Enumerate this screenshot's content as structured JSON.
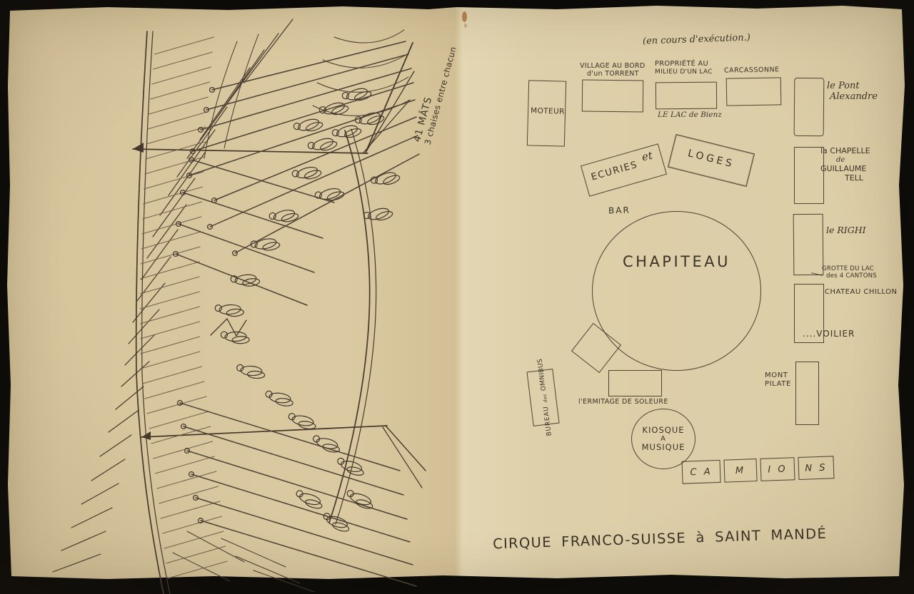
{
  "colors": {
    "background": "#0b0a08",
    "paper": "#dbcaa2",
    "ink": "#3b3227",
    "stain": "#a5713e"
  },
  "notes": {
    "execution": "(en cours d'exécution.)",
    "masts_line1": "41 MÂTS",
    "masts_line2": "3 chaises entre chacun"
  },
  "title": "CIRQUE FRANCO-SUISSE à SAINT MANDÉ",
  "plan": {
    "moteur": "MOTEUR",
    "village": {
      "l1": "VILLAGE AU BORD",
      "l2": "d'un TORRENT"
    },
    "propriete": {
      "l1": "PROPRIÉTÉ AU",
      "l2": "MILIEU D'UN LAC",
      "below": "LE LAC de Bienz"
    },
    "carcassonne": "CARCASSONNE",
    "pont": {
      "l1": "le Pont",
      "l2": "Alexandre"
    },
    "chapelle": {
      "l1": "la CHAPELLE",
      "l2": "de",
      "l3": "GUILLAUME",
      "l4": "TELL"
    },
    "righi": "le RIGHI",
    "grotte": {
      "l1": "GROTTE DU LAC",
      "l2": "des 4 CANTONS"
    },
    "chillon": "CHATEAU CHILLON",
    "voilier": {
      "dots": "....",
      "label": "VOILIER"
    },
    "mont_pilate": {
      "l1": "MONT",
      "l2": "PILATE"
    },
    "ecuries": "ECURIES",
    "et": "et",
    "loges": "LOGES",
    "bar": "BAR",
    "chapiteau": "CHAPITEAU",
    "ermitage": "l'ERMITAGE DE SOLEURE",
    "bureau": {
      "l1": "BUREAU",
      "l2": "des",
      "l3": "OMNIBUS"
    },
    "kiosque": {
      "l1": "KIOSQUE",
      "l2": "A",
      "l3": "MUSIQUE"
    },
    "camions": [
      "C A",
      "M",
      "I O",
      "N S"
    ]
  }
}
